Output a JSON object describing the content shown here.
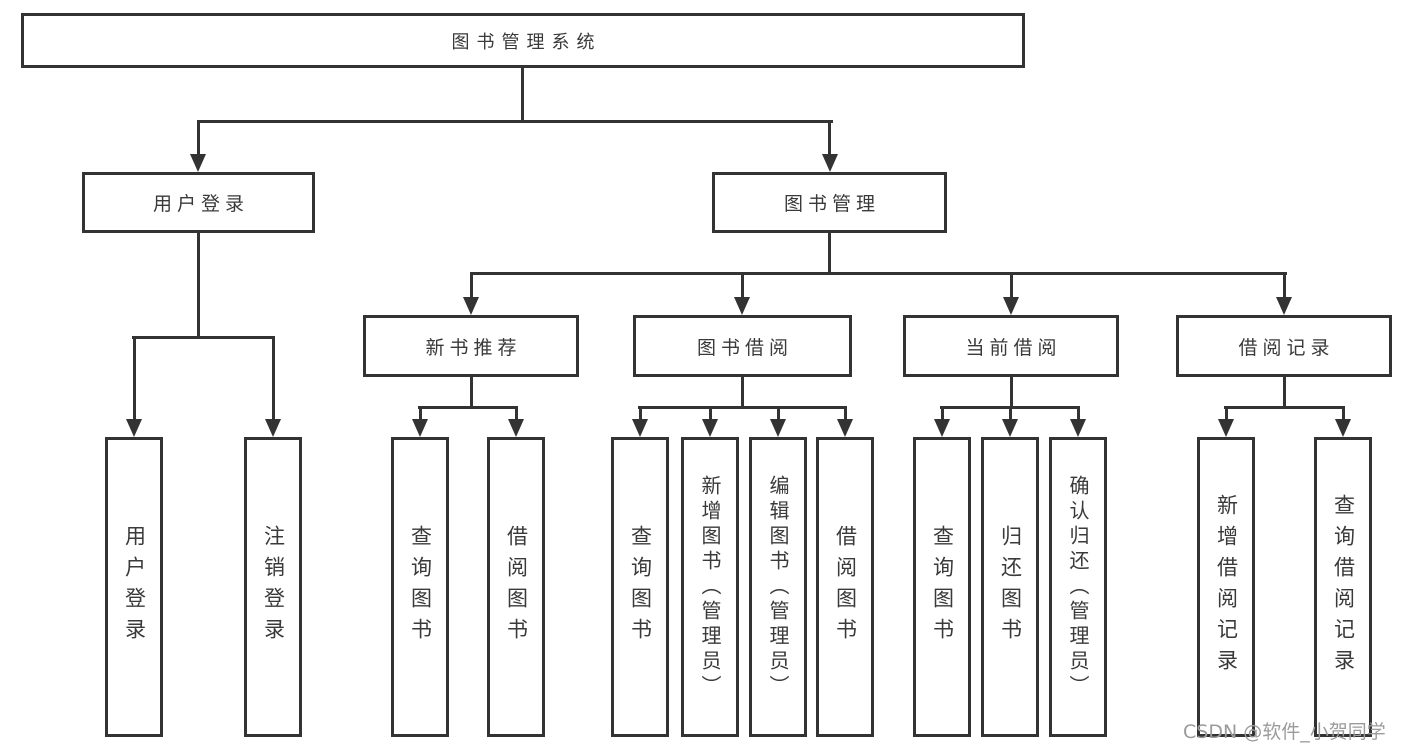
{
  "diagram": {
    "title": "图书管理系统",
    "watermark": "CSDN @软件_小贺同学",
    "colors": {
      "line": "#333333",
      "text": "#3a3a3a",
      "box_fill": "#ffffff",
      "background": "#ffffff",
      "watermark": "#9b9b9b"
    },
    "nodes": {
      "root": "图书管理系统",
      "user_login": "用户登录",
      "book_mgmt": "图书管理",
      "new_book_rec": "新书推荐",
      "book_borrow": "图书借阅",
      "current_borrow": "当前借阅",
      "borrow_record": "借阅记录",
      "ul_login": "用户登录",
      "ul_logout": "注销登录",
      "nb_query": "查询图书",
      "nb_borrow": "借阅图书",
      "bb_query": "查询图书",
      "bb_add": "新增图书（管理员）",
      "bb_edit": "编辑图书（管理员）",
      "bb_borrow": "借阅图书",
      "cb_query": "查询图书",
      "cb_return": "归还图书",
      "cb_confirm": "确认归还（管理员）",
      "br_add": "新增借阅记录",
      "br_query": "查询借阅记录"
    },
    "hierarchy_note": "图书管理系统 > [用户登录, 图书管理]; 用户登录 > [用户登录, 注销登录]; 图书管理 > [新书推荐, 图书借阅, 当前借阅, 借阅记录]"
  }
}
